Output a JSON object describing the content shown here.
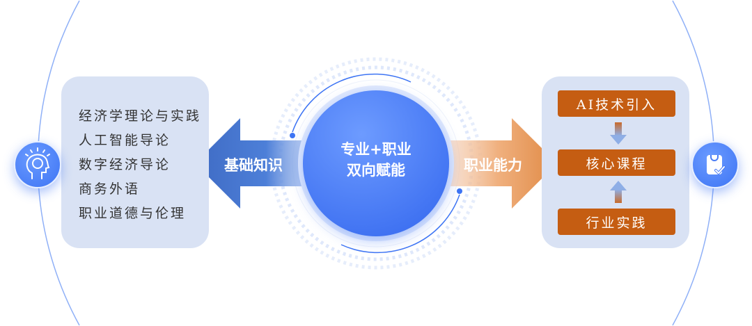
{
  "center": {
    "line1": "专业+职业",
    "line2": "双向赋能"
  },
  "left_arrow": {
    "label": "基础知识"
  },
  "right_arrow": {
    "label": "职业能力"
  },
  "left_panel": {
    "courses": [
      "经济学理论与实践",
      "人工智能导论",
      "数字经济导论",
      "商务外语",
      "职业道德与伦理"
    ]
  },
  "right_panel": {
    "top": "AI技术引入",
    "middle": "核心课程",
    "bottom": "行业实践"
  },
  "icons": {
    "left": "brain-head-icon",
    "right": "checklist-icon"
  },
  "colors": {
    "blue": "#3d74f4",
    "orange": "#c55d12",
    "panel": "#d9e2f4"
  }
}
